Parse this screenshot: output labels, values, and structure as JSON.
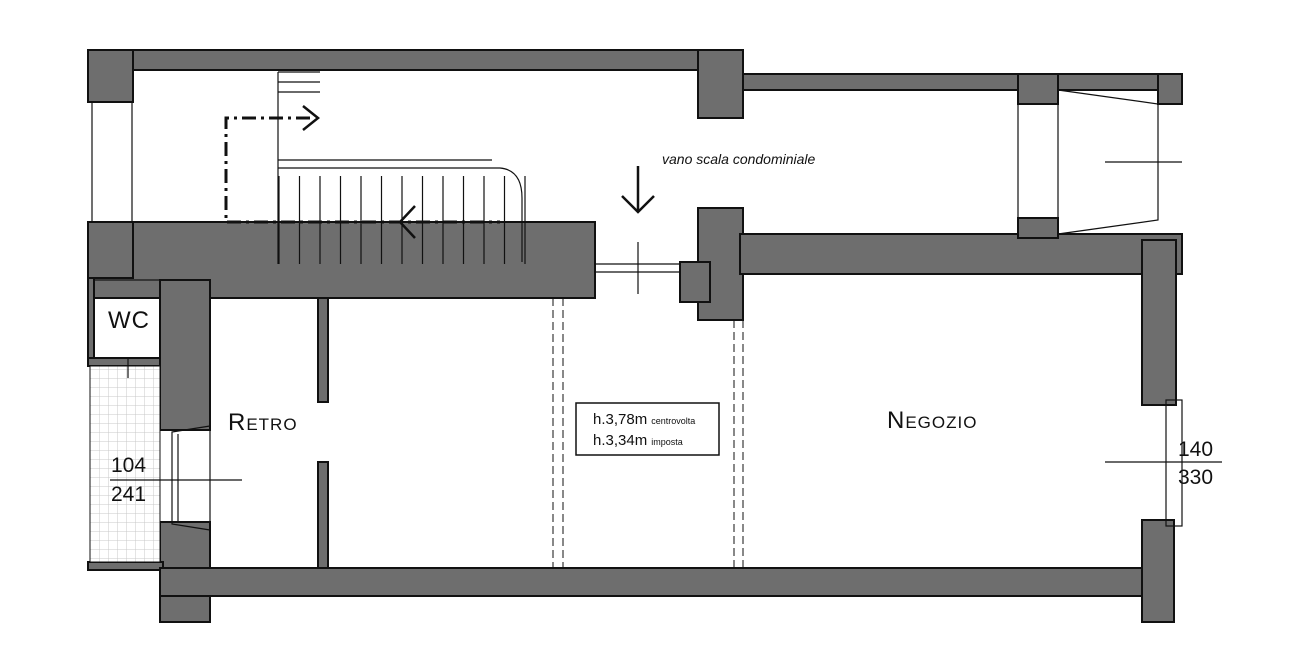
{
  "rooms": {
    "wc": "WC",
    "retro": "Retro",
    "negozio": "Negozio"
  },
  "stair_note": "vano scala condominiale",
  "windows": {
    "left": {
      "width": "104",
      "height": "241"
    },
    "right": {
      "width": "140",
      "height": "330"
    }
  },
  "heights": {
    "line1": {
      "value": "h.3,78m",
      "suffix": "centrovolta"
    },
    "line2": {
      "value": "h.3,34m",
      "suffix": "imposta"
    }
  },
  "colors": {
    "wall": "#6e6e6e",
    "line": "#111111",
    "tile": "#cfcfcf"
  }
}
